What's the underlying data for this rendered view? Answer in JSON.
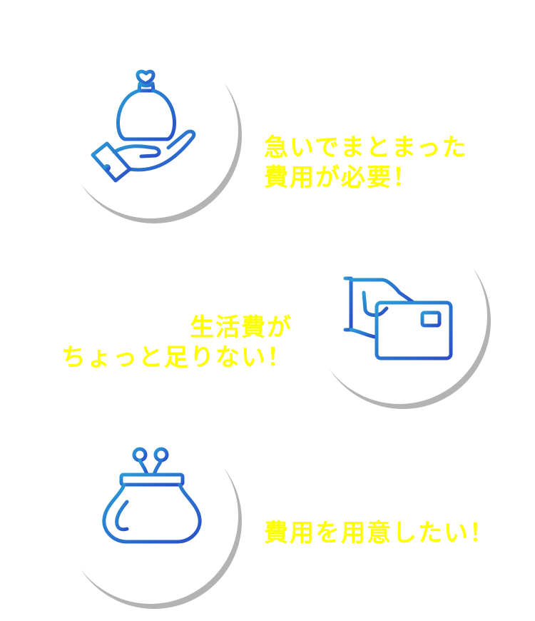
{
  "colors": {
    "caption": "#ffff00",
    "icon_gradient_start": "#2a9bd6",
    "icon_gradient_end": "#2a4fc8",
    "circle_shadow": "#b3b3b3"
  },
  "items": [
    {
      "icon": "money-bag-hand-icon",
      "lines": [
        "急いでまとまった",
        "費用が必要！"
      ]
    },
    {
      "icon": "credit-card-hand-icon",
      "lines": [
        "生活費が",
        "ちょっと足りない！"
      ]
    },
    {
      "icon": "coin-purse-icon",
      "lines": [
        "費用を用意したい！"
      ]
    }
  ]
}
